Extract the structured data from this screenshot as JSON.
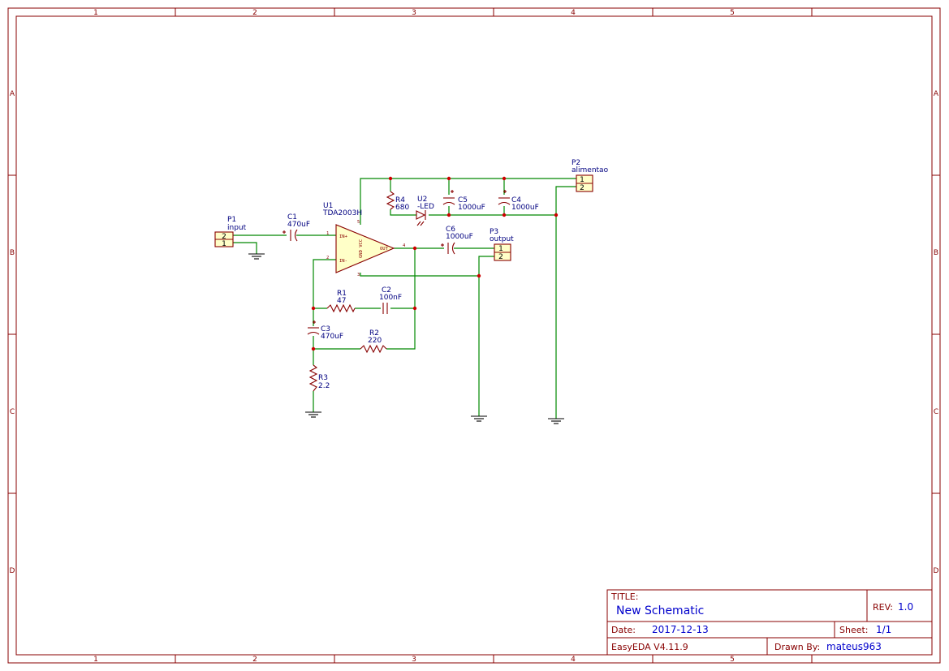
{
  "frame": {
    "columns": [
      "1",
      "2",
      "3",
      "4",
      "5"
    ],
    "rows": [
      "A",
      "B",
      "C",
      "D"
    ]
  },
  "components": {
    "P1": {
      "ref": "P1",
      "value": "input",
      "pins": [
        "2",
        "1"
      ]
    },
    "C1": {
      "ref": "C1",
      "value": "470uF"
    },
    "U1": {
      "ref": "U1",
      "value": "TDA2003H",
      "pin_in_plus": "IN+",
      "pin_in_minus": "IN-",
      "pin_out": "OUT",
      "pin_gnd_vcc": "GND VCC",
      "n1": "1",
      "n2": "2",
      "n3": "3",
      "n4": "4",
      "n5": "5"
    },
    "R4": {
      "ref": "R4",
      "value": "680"
    },
    "U2": {
      "ref": "U2",
      "value": "-LED"
    },
    "C5": {
      "ref": "C5",
      "value": "1000uF"
    },
    "C4": {
      "ref": "C4",
      "value": "1000uF"
    },
    "P2": {
      "ref": "P2",
      "value": "alimentao",
      "pins": [
        "1",
        "2"
      ]
    },
    "C6": {
      "ref": "C6",
      "value": "1000uF"
    },
    "P3": {
      "ref": "P3",
      "value": "output",
      "pins": [
        "1",
        "2"
      ]
    },
    "R1": {
      "ref": "R1",
      "value": "47"
    },
    "C2": {
      "ref": "C2",
      "value": "100nF"
    },
    "C3": {
      "ref": "C3",
      "value": "470uF"
    },
    "R2": {
      "ref": "R2",
      "value": "220"
    },
    "R3": {
      "ref": "R3",
      "value": "2.2"
    }
  },
  "title_block": {
    "title_label": "TITLE:",
    "title": "New Schematic",
    "rev_label": "REV:",
    "rev": "1.0",
    "date_label": "Date:",
    "date": "2017-12-13",
    "sheet_label": "Sheet:",
    "sheet": "1/1",
    "tool": "EasyEDA V4.11.9",
    "drawn_label": "Drawn By:",
    "drawn_by": "mateus963"
  },
  "colors": {
    "frame": "#880000",
    "wire": "#008800",
    "label": "#000080",
    "junction": "#cc0000",
    "part_fill": "#ffffc8"
  }
}
